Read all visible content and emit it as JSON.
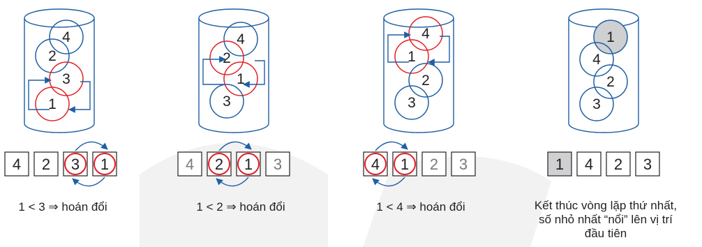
{
  "colors": {
    "stroke": "#1f5fa3",
    "highlight": "#e02027",
    "box_border": "#231f20",
    "text": "#231f20",
    "grey_text": "#7a7a7a",
    "top_fill": "#cfd0d2",
    "watermark": "#f2f2f3"
  },
  "steps": [
    {
      "tube": {
        "bubbles": [
          {
            "label": "4",
            "hl": false
          },
          {
            "label": "2",
            "hl": false
          },
          {
            "label": "3",
            "hl": true
          },
          {
            "label": "1",
            "hl": true
          }
        ]
      },
      "row": [
        {
          "label": "4",
          "style": "normal"
        },
        {
          "label": "2",
          "style": "normal"
        },
        {
          "label": "3",
          "style": "circled"
        },
        {
          "label": "1",
          "style": "circled"
        }
      ],
      "caption_lines": [
        "1 < 3 ⇒ hoán đổi"
      ]
    },
    {
      "tube": {
        "bubbles": [
          {
            "label": "4",
            "hl": false
          },
          {
            "label": "2",
            "hl": true
          },
          {
            "label": "1",
            "hl": true
          },
          {
            "label": "3",
            "hl": false
          }
        ]
      },
      "row": [
        {
          "label": "4",
          "style": "grey"
        },
        {
          "label": "2",
          "style": "circled"
        },
        {
          "label": "1",
          "style": "circled"
        },
        {
          "label": "3",
          "style": "grey"
        }
      ],
      "caption_lines": [
        "1 < 2 ⇒ hoán đổi"
      ]
    },
    {
      "tube": {
        "bubbles": [
          {
            "label": "4",
            "hl": true
          },
          {
            "label": "1",
            "hl": true
          },
          {
            "label": "2",
            "hl": false
          },
          {
            "label": "3",
            "hl": false
          }
        ]
      },
      "row": [
        {
          "label": "4",
          "style": "circled"
        },
        {
          "label": "1",
          "style": "circled"
        },
        {
          "label": "2",
          "style": "grey"
        },
        {
          "label": "3",
          "style": "grey"
        }
      ],
      "caption_lines": [
        "1 < 4 ⇒ hoán đổi"
      ]
    },
    {
      "tube": {
        "bubbles": [
          {
            "label": "1",
            "hl": false,
            "filled": true
          },
          {
            "label": "4",
            "hl": false
          },
          {
            "label": "2",
            "hl": false
          },
          {
            "label": "3",
            "hl": false
          }
        ]
      },
      "row": [
        {
          "label": "1",
          "style": "filled"
        },
        {
          "label": "4",
          "style": "normal"
        },
        {
          "label": "2",
          "style": "normal"
        },
        {
          "label": "3",
          "style": "normal"
        }
      ],
      "caption_lines": [
        "Kết thúc vòng lặp thứ nhất,",
        "số nhỏ nhất “nổi” lên vị trí",
        "đầu tiên"
      ]
    }
  ]
}
